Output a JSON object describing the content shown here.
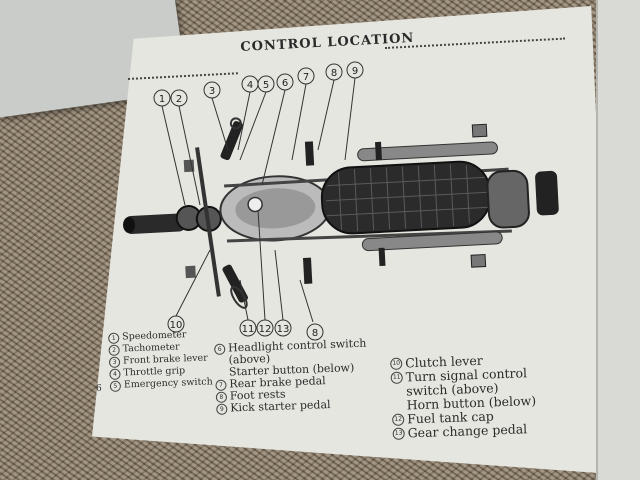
{
  "manual": {
    "title": "CONTROL LOCATION",
    "page_number": "6"
  },
  "callouts": [
    "1",
    "2",
    "3",
    "4",
    "5",
    "6",
    "7",
    "8",
    "9",
    "10",
    "11",
    "12",
    "13",
    "8"
  ],
  "legend": {
    "column1": [
      {
        "num": "1",
        "text": "Speedometer"
      },
      {
        "num": "2",
        "text": "Tachometer"
      },
      {
        "num": "3",
        "text": "Front brake lever"
      },
      {
        "num": "4",
        "text": "Throttle grip"
      },
      {
        "num": "5",
        "text": "Emergency switch"
      }
    ],
    "column2": [
      {
        "num": "6",
        "text": "Headlight control switch"
      },
      {
        "num": "",
        "text": "(above)"
      },
      {
        "num": "",
        "text": "Starter button (below)"
      },
      {
        "num": "7",
        "text": "Rear brake pedal"
      },
      {
        "num": "8",
        "text": "Foot rests"
      },
      {
        "num": "9",
        "text": "Kick starter pedal"
      }
    ],
    "column3": [
      {
        "num": "10",
        "text": "Clutch lever"
      },
      {
        "num": "11",
        "text": "Turn signal control"
      },
      {
        "num": "",
        "text": "switch (above)"
      },
      {
        "num": "",
        "text": "Horn button (below)"
      },
      {
        "num": "12",
        "text": "Fuel tank cap"
      },
      {
        "num": "13",
        "text": "Gear change pedal"
      }
    ]
  },
  "colors": {
    "page": "#e6e6e1",
    "ink": "#222222",
    "carpet": "#8f826f"
  }
}
